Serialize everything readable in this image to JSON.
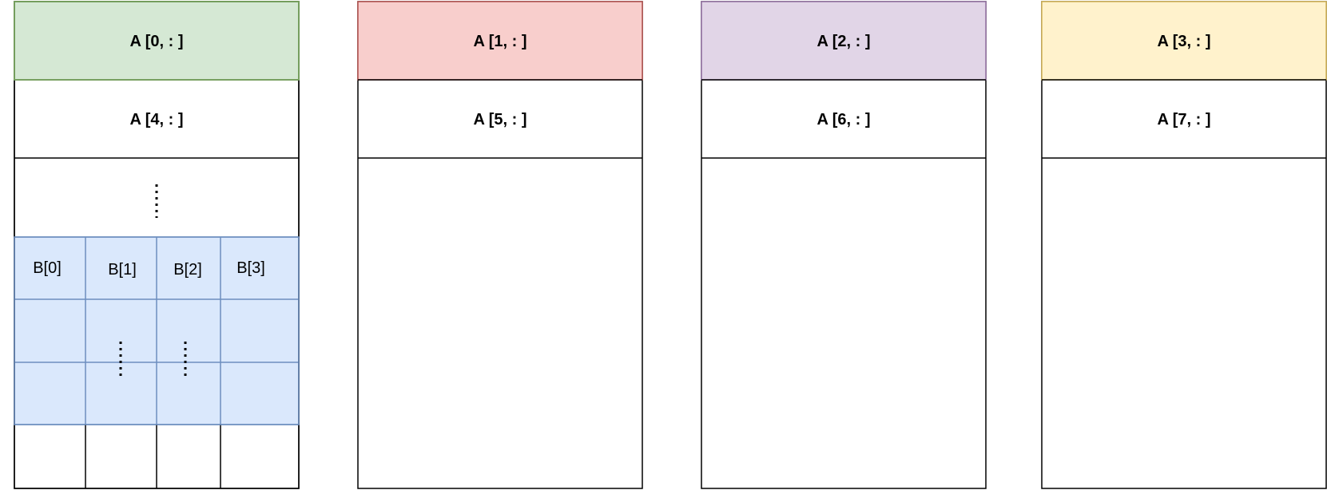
{
  "columns": [
    {
      "top_label": "A [0, : ]",
      "second_label": "A [4, : ]",
      "top_fill": "#d5e8d4",
      "top_stroke": "#82b366"
    },
    {
      "top_label": "A [1, : ]",
      "second_label": "A [5, : ]",
      "top_fill": "#f8cecc",
      "top_stroke": "#b85450"
    },
    {
      "top_label": "A [2, : ]",
      "second_label": "A [6, : ]",
      "top_fill": "#e1d5e7",
      "top_stroke": "#9673a6"
    },
    {
      "top_label": "A [3, : ]",
      "second_label": "A [7, : ]",
      "top_fill": "#fff2cc",
      "top_stroke": "#d6b656"
    }
  ],
  "b_block": {
    "labels": [
      "B[0]",
      "B[1]",
      "B[2]",
      "B[3]"
    ],
    "fill": "#dae8fc",
    "stroke": "#6c8ebf"
  },
  "ellipsis_icon": "vertical-dots",
  "line_color": "#000000"
}
